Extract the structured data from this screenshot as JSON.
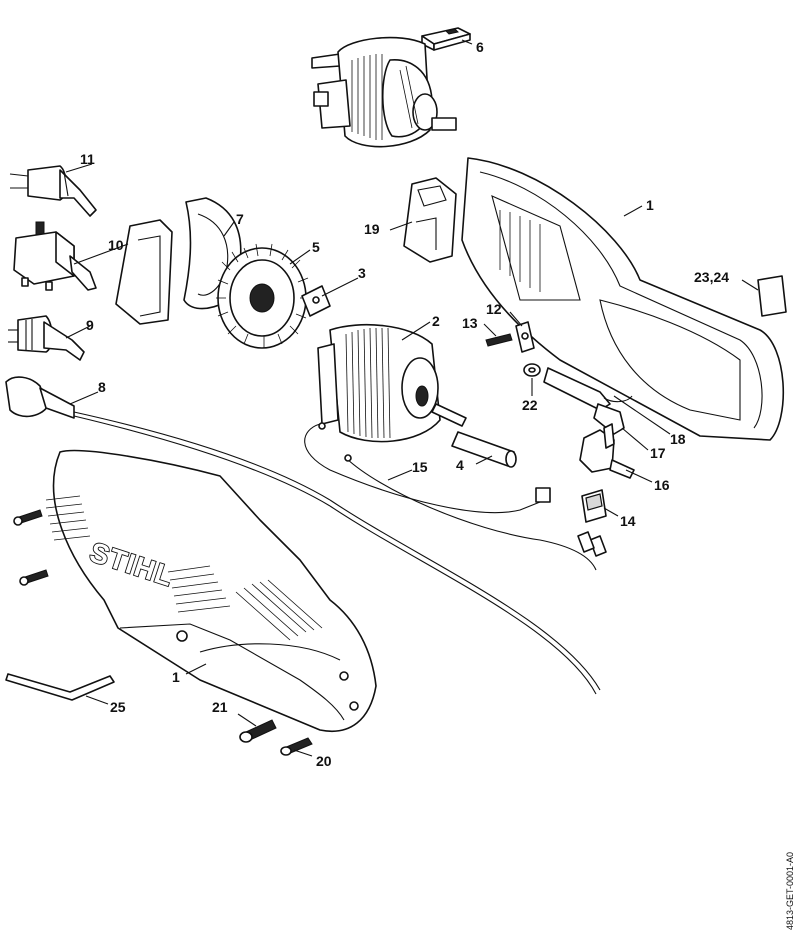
{
  "brand_mark": "STIHL",
  "reference_code": "4813-GET-0001-A0",
  "callouts": {
    "c1_upper": "1",
    "c1_lower": "1",
    "c2": "2",
    "c3": "3",
    "c4": "4",
    "c5": "5",
    "c6": "6",
    "c7": "7",
    "c8": "8",
    "c9": "9",
    "c10": "10",
    "c11": "11",
    "c12": "12",
    "c13": "13",
    "c14": "14",
    "c15": "15",
    "c16": "16",
    "c17": "17",
    "c18": "18",
    "c19": "19",
    "c20": "20",
    "c21": "21",
    "c22": "22",
    "c23_24": "23,24",
    "c25": "25"
  },
  "colors": {
    "line": "#111111",
    "background": "#ffffff"
  }
}
